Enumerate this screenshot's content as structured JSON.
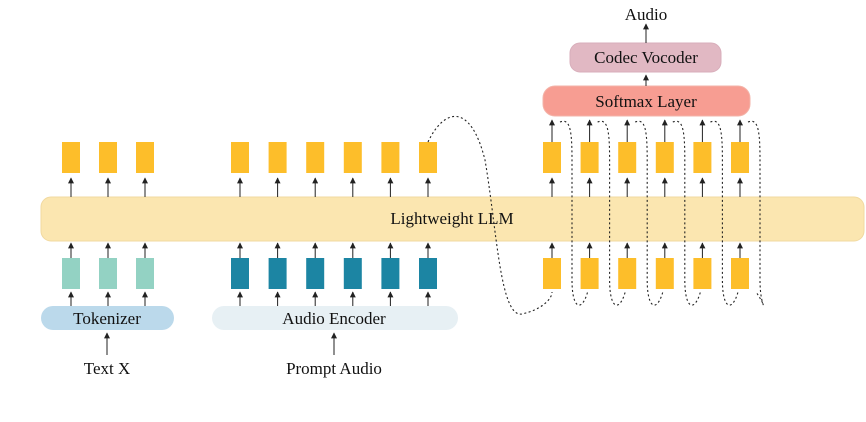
{
  "labels": {
    "audio_output": "Audio",
    "codec_vocoder": "Codec Vocoder",
    "softmax_layer": "Softmax Layer",
    "llm": "Lightweight LLM",
    "tokenizer": "Tokenizer",
    "audio_encoder": "Audio Encoder",
    "text_input": "Text  X",
    "prompt_audio": "Prompt Audio"
  },
  "colors": {
    "token_output": "#FDBE2A",
    "token_text": "#93D2C3",
    "token_audio": "#1C85A3",
    "llm_fill": "#FBE6B0",
    "llm_stroke": "#F1D9A0",
    "softmax_fill": "#F79D92",
    "softmax_stroke": "#F3B3A8",
    "codec_fill": "#E1B8C3",
    "tokenizer_fill": "#BBD9EB",
    "audio_encoder_fill": "#E7F0F4",
    "arrow": "#222222"
  },
  "token_groups": {
    "text_output_count": 3,
    "prompt_output_count": 6,
    "generated_count": 6,
    "text_input_count": 3,
    "audio_input_count": 6
  }
}
